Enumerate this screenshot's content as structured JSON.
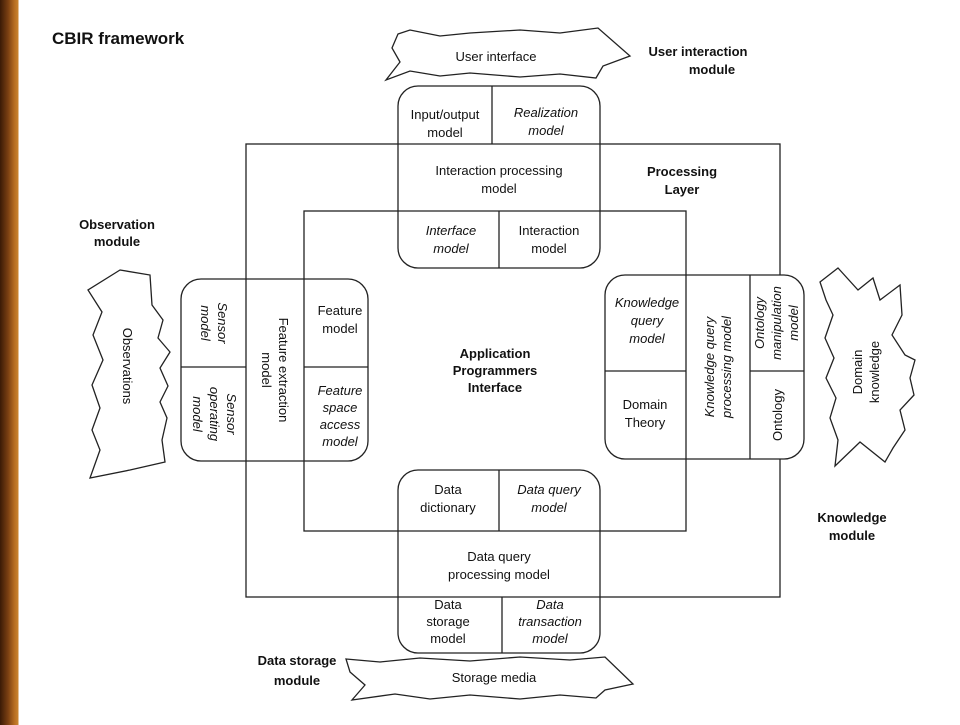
{
  "title": "CBIR framework",
  "modules": {
    "user_interaction": [
      "User interaction",
      "module"
    ],
    "processing_layer": [
      "Processing",
      "Layer"
    ],
    "observation": [
      "Observation",
      "module"
    ],
    "knowledge": [
      "Knowledge",
      "module"
    ],
    "data_storage": [
      "Data storage",
      "module"
    ],
    "api": [
      "Application",
      "Programmers",
      "Interface"
    ]
  },
  "external": {
    "user_interface": "User interface",
    "observations": "Observations",
    "domain_knowledge": [
      "Domain",
      "knowledge"
    ],
    "storage_media": "Storage media"
  },
  "top_box": {
    "io_model": [
      "Input/output",
      "model"
    ],
    "realization_model": [
      "Realization",
      "model"
    ],
    "interaction_processing": [
      "Interaction processing",
      "model"
    ],
    "interface_model": [
      "Interface",
      "model"
    ],
    "interaction_model": [
      "Interaction",
      "model"
    ]
  },
  "left_box": {
    "sensor_model": [
      "Sensor",
      "model"
    ],
    "sensor_operating_model": [
      "Sensor",
      "operating",
      "model"
    ],
    "feature_extraction": [
      "Feature extraction",
      "model"
    ],
    "feature_model": [
      "Feature",
      "model"
    ],
    "feature_space_access": [
      "Feature",
      "space",
      "access",
      "model"
    ]
  },
  "right_box": {
    "knowledge_query_model": [
      "Knowledge",
      "query",
      "model"
    ],
    "domain_theory": [
      "Domain",
      "Theory"
    ],
    "knowledge_query_processing": [
      "Knowledge query",
      "processing model"
    ],
    "ontology_manipulation": [
      "Ontology",
      "manipulation",
      "model"
    ],
    "ontology": "Ontology"
  },
  "bottom_box": {
    "data_dictionary": [
      "Data",
      "dictionary"
    ],
    "data_query_model": [
      "Data query",
      "model"
    ],
    "data_query_processing": [
      "Data query",
      "processing model"
    ],
    "data_storage_model": [
      "Data",
      "storage",
      "model"
    ],
    "data_transaction_model": [
      "Data",
      "transaction",
      "model"
    ]
  }
}
